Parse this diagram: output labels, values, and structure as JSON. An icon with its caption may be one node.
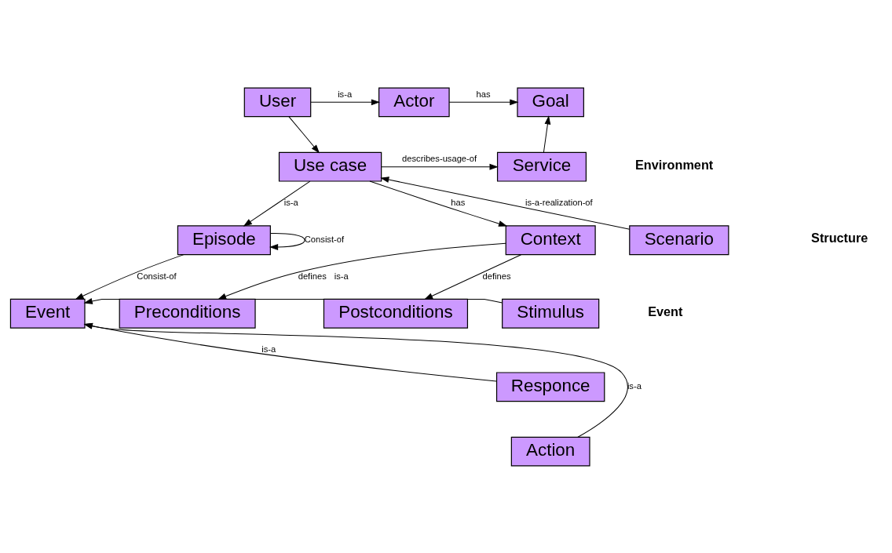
{
  "diagram": {
    "nodes": [
      {
        "text": [
          "User"
        ]
      },
      {
        "text": [
          "Actor"
        ]
      },
      {
        "text": [
          "Goal"
        ]
      },
      {
        "text": [
          "Use case"
        ]
      },
      {
        "text": [
          "Service"
        ]
      },
      {
        "text": [
          "Scenario"
        ]
      },
      {
        "text": [
          "Episode"
        ]
      },
      {
        "text": [
          "Context"
        ]
      },
      {
        "text": [
          "Preconditions"
        ]
      },
      {
        "text": [
          "Postconditions"
        ]
      },
      {
        "text": [
          "Stimulus"
        ]
      },
      {
        "text": [
          "Event"
        ]
      },
      {
        "text": [
          "Responce"
        ]
      },
      {
        "text": [
          "Action"
        ]
      }
    ],
    "edges": [
      {
        "from": 0,
        "to": 1,
        "arrow": "to",
        "label": "is-a"
      },
      {
        "from": 1,
        "to": 2,
        "arrow": "to",
        "label": "has"
      },
      {
        "from": 0,
        "to": 3,
        "arrow": "to"
      },
      {
        "from": 4,
        "to": 2,
        "arrow": "to"
      },
      {
        "from": 3,
        "to": 4,
        "arrow": "to",
        "label": "describes-usage-of"
      },
      {
        "from": 5,
        "to": 3,
        "arrow": "to",
        "label": "is-a-realization-of"
      },
      {
        "from": 3,
        "to": 6,
        "arrow": "to",
        "label": "is-a"
      },
      {
        "from": 3,
        "to": 7,
        "arrow": "to",
        "label": "has"
      },
      {
        "from": 6,
        "to": 6,
        "arrow": "to",
        "label": "Consist-of"
      },
      {
        "from": 7,
        "to": 8,
        "arrow": "to",
        "label": "defines"
      },
      {
        "from": 7,
        "to": 9,
        "arrow": "to",
        "label": "defines"
      },
      {
        "from": 6,
        "to": 11,
        "arrow": "to",
        "label": "Consist-of"
      },
      {
        "from": 10,
        "to": 11,
        "arrow": "to",
        "label": "is-a"
      },
      {
        "from": 12,
        "to": 11,
        "arrow": "to",
        "label": "is-a"
      },
      {
        "from": 13,
        "to": 11,
        "arrow": "to",
        "label": "is-a"
      }
    ],
    "labels": [
      "Environment",
      "Structure",
      "Event"
    ]
  }
}
